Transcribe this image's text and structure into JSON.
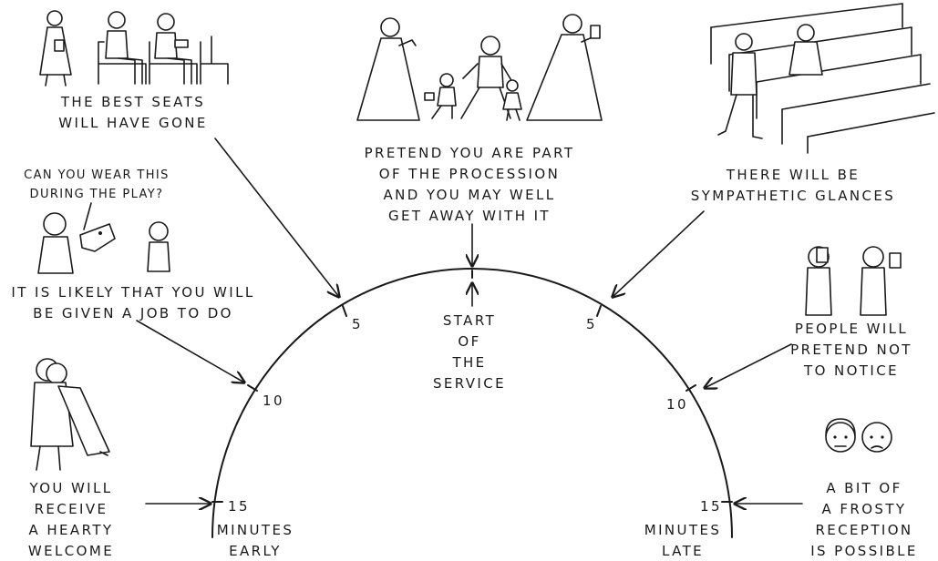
{
  "center_label": [
    "START",
    "OF",
    "THE",
    "SERVICE"
  ],
  "ticks": {
    "early_5": "5",
    "early_10": "10",
    "early_15": "15",
    "late_5": "5",
    "late_10": "10",
    "late_15": "15"
  },
  "axis_ends": {
    "early": [
      "MINUTES",
      "EARLY"
    ],
    "late": [
      "MINUTES",
      "LATE"
    ]
  },
  "captions": {
    "best_seats": [
      "THE BEST SEATS",
      "WILL HAVE GONE"
    ],
    "procession": [
      "PRETEND YOU ARE PART",
      "OF THE PROCESSION",
      "AND YOU MAY WELL",
      "GET AWAY WITH IT"
    ],
    "sympathetic": [
      "THERE WILL BE",
      "SYMPATHETIC GLANCES"
    ],
    "play_speech": [
      "CAN YOU WEAR THIS",
      "DURING THE PLAY?"
    ],
    "job": [
      "IT IS LIKELY THAT YOU WILL",
      "BE GIVEN A JOB TO DO"
    ],
    "not_notice": [
      "PEOPLE WILL",
      "PRETEND NOT",
      "TO NOTICE"
    ],
    "welcome": [
      "YOU WILL",
      "RECEIVE",
      "A HEARTY",
      "WELCOME"
    ],
    "frosty": [
      "A BIT OF",
      "A FROSTY",
      "RECEPTION",
      "IS POSSIBLE"
    ]
  },
  "colors": {
    "ink": "#1a1a1a",
    "paper": "#ffffff"
  }
}
